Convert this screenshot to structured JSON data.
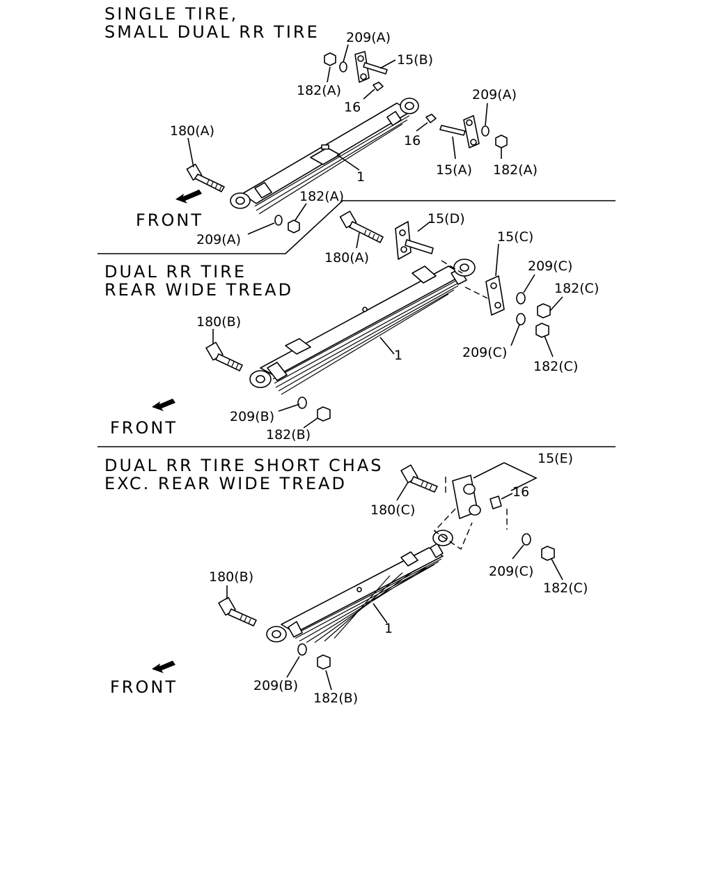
{
  "sections": [
    {
      "caption_lines": [
        "SINGLE TIRE,",
        "SMALL DUAL RR TIRE"
      ],
      "front_label": "FRONT",
      "callouts": [
        "209(A)",
        "15(B)",
        "182(A)",
        "16",
        "209(A)",
        "16",
        "182(A)",
        "15(A)",
        "180(A)",
        "1",
        "182(A)",
        "209(A)"
      ]
    },
    {
      "caption_lines": [
        "DUAL RR TIRE",
        "REAR WIDE TREAD"
      ],
      "front_label": "FRONT",
      "callouts": [
        "15(D)",
        "15(C)",
        "180(A)",
        "209(C)",
        "182(C)",
        "180(B)",
        "209(C)",
        "182(C)",
        "1",
        "209(B)",
        "182(B)"
      ]
    },
    {
      "caption_lines": [
        "DUAL RR TIRE SHORT CHAS",
        "EXC. REAR WIDE TREAD"
      ],
      "front_label": "FRONT",
      "callouts": [
        "15(E)",
        "16",
        "180(C)",
        "209(C)",
        "182(C)",
        "180(B)",
        "1",
        "209(B)",
        "182(B)"
      ]
    }
  ]
}
